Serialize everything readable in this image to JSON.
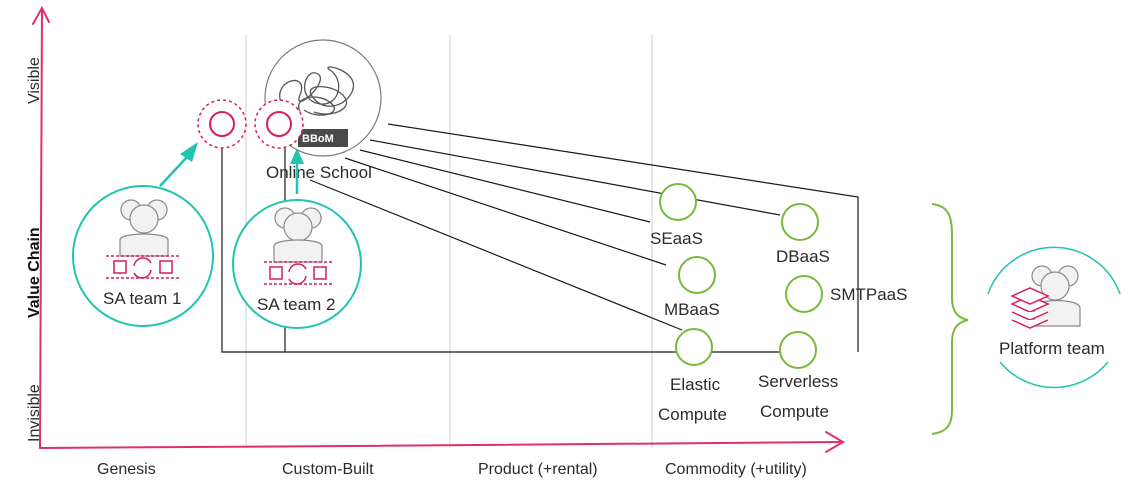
{
  "axes": {
    "y_title": "Value Chain",
    "y_top": "Visible",
    "y_bottom": "Invisible",
    "x_stages": [
      "Genesis",
      "Custom-Built",
      "Product (+rental)",
      "Commodity (+utility)"
    ]
  },
  "nodes": {
    "online_school": "Online School",
    "bbom_badge": "BBoM",
    "seaas": "SEaaS",
    "dbaas": "DBaaS",
    "mbaas": "MBaaS",
    "smtpaas": "SMTPaaS",
    "elastic_compute_1": "Elastic",
    "elastic_compute_2": "Compute",
    "serverless_compute_1": "Serverless",
    "serverless_compute_2": "Compute"
  },
  "teams": {
    "sa_team_1": "SA team 1",
    "sa_team_2": "SA team 2",
    "platform_team": "Platform team"
  },
  "colors": {
    "axis": "#e0306b",
    "node": "#79b93a",
    "team": "#22c4b0",
    "need": "#d81e5b",
    "line": "#1a1a1a",
    "grid": "#cfcfcf"
  }
}
